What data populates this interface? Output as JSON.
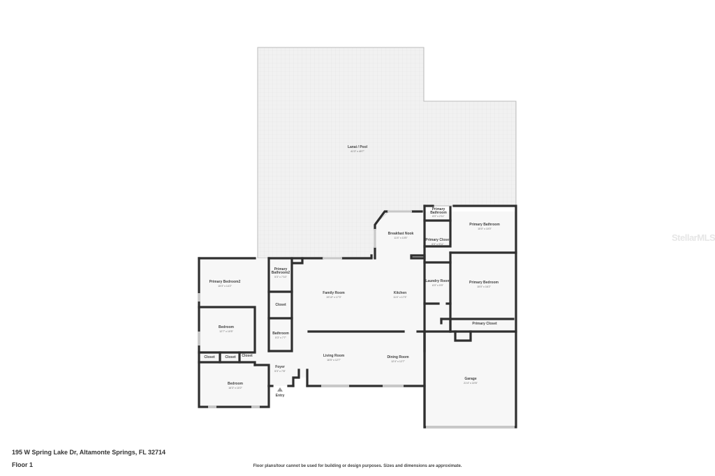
{
  "address": "195 W Spring Lake Dr, Altamonte Springs, FL 32714",
  "floor": "Floor 1",
  "disclaimer": "Floor plans/tour cannot be used for building or design purposes. Sizes and dimensions are approximate.",
  "watermark": "StellarMLS",
  "rooms": {
    "lanai": {
      "name": "Lanai / Pool",
      "dim": "41'3\" x 49'7\""
    },
    "primary_bedroom2": {
      "name": "Primary Bedroom2",
      "dim": "15'3\" x 14'2\""
    },
    "primary_bathroom2": {
      "name_l1": "Primary",
      "name_l2": "Bathroom2",
      "dim": "5'3\" x 7'10\""
    },
    "closet_hall": {
      "name": "Closet"
    },
    "bedroom1": {
      "name": "Bedroom",
      "dim": "12'7\" x 10'5\""
    },
    "bathroom": {
      "name": "Bathroom",
      "dim": "5'3\" x 7'7\""
    },
    "closet_a": {
      "name": "Closet"
    },
    "closet_b": {
      "name": "Closet"
    },
    "closet_c": {
      "name": "Closet"
    },
    "foyer": {
      "name": "Foyer",
      "dim": "5'3\" x 7'8\""
    },
    "bedroom2": {
      "name": "Bedroom",
      "dim": "16'3\" x 10'2\""
    },
    "entry": {
      "name": "Entry"
    },
    "family_room": {
      "name": "Family Room",
      "dim": "19'10\" x 17'3\""
    },
    "kitchen": {
      "name": "Kitchen",
      "dim": "11'4\" x 17'3\""
    },
    "breakfast_nook": {
      "name": "Breakfast Nook",
      "dim": "11'4\" x 10'5\""
    },
    "living_room": {
      "name": "Living Room",
      "dim": "16'5\" x 12'7\""
    },
    "dining_room": {
      "name": "Dining Room",
      "dim": "12'4\" x 12'7\""
    },
    "primary_bathroom_small": {
      "name_l1": "Primary",
      "name_l2": "Bathroom",
      "dim": "6'0\" x 2'11\""
    },
    "primary_bathroom": {
      "name": "Primary Bathroom",
      "dim": "15'0\" x 10'0\""
    },
    "primary_closet": {
      "name": "Primary Closet",
      "dim": "6'0\" x 9'11\""
    },
    "laundry_room": {
      "name": "Laundry Room",
      "dim": "6'0\" x 9'9\""
    },
    "primary_bedroom": {
      "name": "Primary Bedroom",
      "dim": "15'0\" x 16'2\""
    },
    "primary_closet2": {
      "name": "Primary Closet"
    },
    "garage": {
      "name": "Garage",
      "dim": "21'4\" x 22'6\""
    }
  }
}
